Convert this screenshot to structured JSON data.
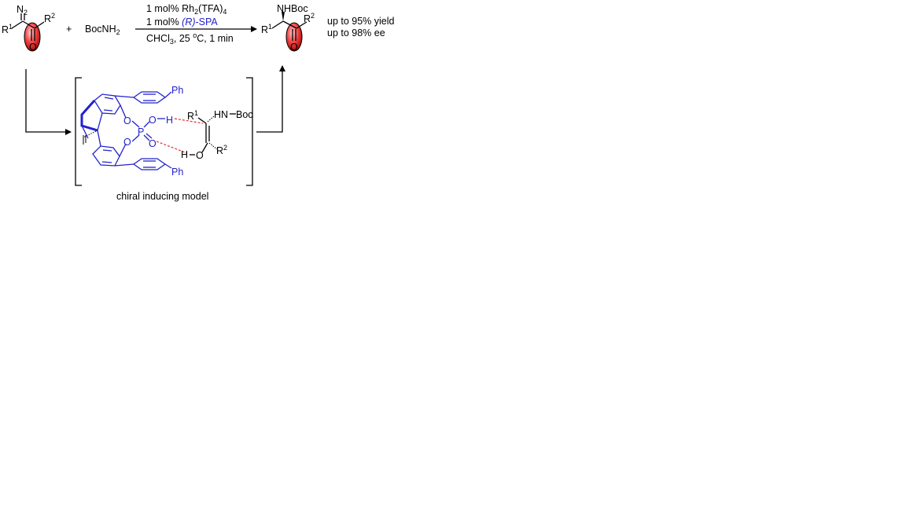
{
  "reactants": {
    "diazo": {
      "n2": "N2",
      "r1": "R1",
      "r2": "R2",
      "o": "O"
    },
    "plus": "+",
    "amine": "BocNH2"
  },
  "conditions": {
    "line1": {
      "pre": "1 mol% Rh",
      "sub1": "2",
      "mid": "(TFA)",
      "sub2": "4"
    },
    "line2": {
      "pre": "1 mol% ",
      "italic_r": "(R)",
      "post": "-SPA"
    },
    "line3": {
      "pre": "CHCl",
      "sub": "3",
      "mid": ", 25 ",
      "sup": "o",
      "post": "C, 1 min"
    }
  },
  "product": {
    "nhboc": "NHBoc",
    "r1": "R1",
    "r2": "R2",
    "o": "O"
  },
  "results": {
    "yield": "up to 95% yield",
    "ee": "up to 98% ee"
  },
  "model": {
    "caption": "chiral inducing model",
    "ph_top": "Ph",
    "ph_bottom": "Ph",
    "o1": "O",
    "o2": "O",
    "p": "P",
    "o_top": "O",
    "o_bottom": "O",
    "h_top": "H",
    "h_bottom": "H",
    "o_enol": "O",
    "hn": "HN",
    "boc": "Boc",
    "r1": "R1",
    "r2": "R2"
  },
  "colors": {
    "catalyst": "#2222cc",
    "hbond": "#e03030",
    "highlight": "#e03030"
  }
}
